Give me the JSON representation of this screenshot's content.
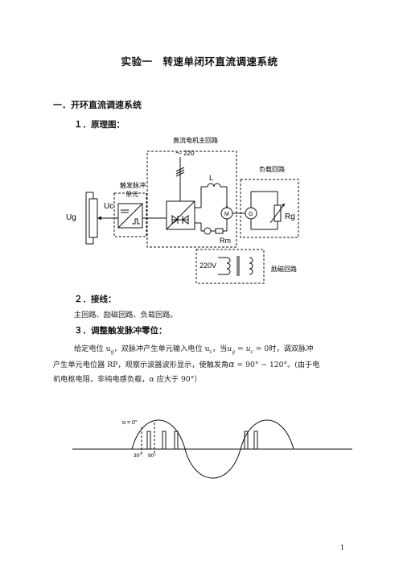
{
  "title": "实验一　转速单闭环直流调速系统",
  "section1": "一．开环直流调速系统",
  "sub1": "１．原理图：",
  "diagram": {
    "main_circuit": "直流电机主回路",
    "ac_supply": "～ 220",
    "load_circuit": "负载回路",
    "trigger_unit_line1": "触发脉冲",
    "trigger_unit_line2": "单元",
    "ug": "Ug",
    "uc": "Uc",
    "l": "L",
    "m": "M",
    "g": "G",
    "rg": "Rg",
    "rm": "Rm",
    "field_supply": "220V",
    "field_circuit": "励磁回路"
  },
  "sub2": "２．接线：",
  "wiring": "主回路、励磁回路、负载回路。",
  "sub3": "３．调整触发脉冲零位：",
  "para": {
    "l1a": "给定电位 u",
    "l1b": "，双脉冲产生单元输入电位 u",
    "l1c": "，当",
    "l1d": "时，调双脉冲",
    "l2a": "产生单元电位器 RP，观察示波器波形显示，使触发角",
    "l2b": "。(由于电",
    "l3": "机电枢电阻，非纯电感负载，α 应大于 90°）",
    "sub_g": "g",
    "sub_c": "c",
    "cond": "u",
    "cond_rest": " = u",
    "cond_end": " = 0",
    "alpha": "α",
    "alpha_val": " = 90° − 120°"
  },
  "waveform": {
    "alpha_label": "α = 0°",
    "mark1": "30°",
    "mark2": "90°"
  },
  "page_number": "1"
}
